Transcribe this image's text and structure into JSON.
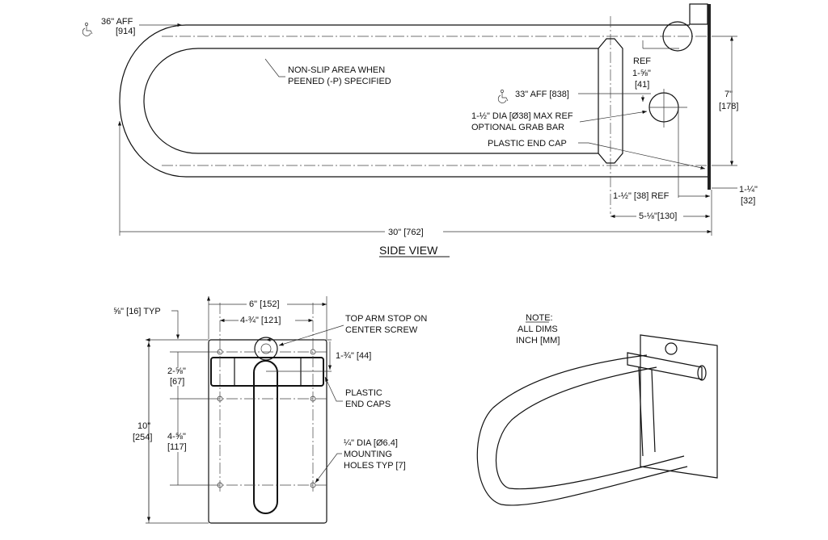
{
  "side_view": {
    "title": "SIDE VIEW",
    "aff_36": "36\" AFF",
    "aff_36_mm": "[914]",
    "non_slip_1": "NON-SLIP AREA WHEN",
    "non_slip_2": "PEENED (-P) SPECIFIED",
    "aff_33": "33\" AFF [838]",
    "grab_bar_1": "1-½\" DIA [Ø38] MAX REF",
    "grab_bar_2": "OPTIONAL GRAB BAR",
    "end_cap": "PLASTIC END CAP",
    "ref": "REF",
    "dim_1_5_8": "1-⅝\"",
    "dim_1_5_8_mm": "[41]",
    "dim_7": "7\"",
    "dim_7_mm": "[178]",
    "dim_1_1_4": "1-¼\"",
    "dim_1_1_4_mm": "[32]",
    "dim_1_1_2_ref": "1-½\" [38] REF",
    "dim_5_1_8": "5-⅛\"[130]",
    "dim_30": "30\" [762]"
  },
  "front_view": {
    "typ": "⅝\" [16] TYP",
    "dim_6": "6\" [152]",
    "dim_4_3_4": "4-¾\" [121]",
    "arm_stop_1": "TOP ARM STOP ON",
    "arm_stop_2": "CENTER SCREW",
    "dim_1_3_4": "1-¾\" [44]",
    "dim_2_5_8": "2-⅝\"",
    "dim_2_5_8_mm": "[67]",
    "end_caps_1": "PLASTIC",
    "end_caps_2": "END CAPS",
    "dim_10": "10\"",
    "dim_10_mm": "[254]",
    "dim_4_5_8": "4-⅝\"",
    "dim_4_5_8_mm": "[117]",
    "holes_1": "¼\" DIA [Ø6.4]",
    "holes_2": "MOUNTING",
    "holes_3": "HOLES TYP [7]"
  },
  "note": {
    "title": "NOTE:",
    "line1": "ALL DIMS",
    "line2": "INCH [MM]"
  },
  "icons": [
    "wheelchair-accessibility-icon"
  ]
}
